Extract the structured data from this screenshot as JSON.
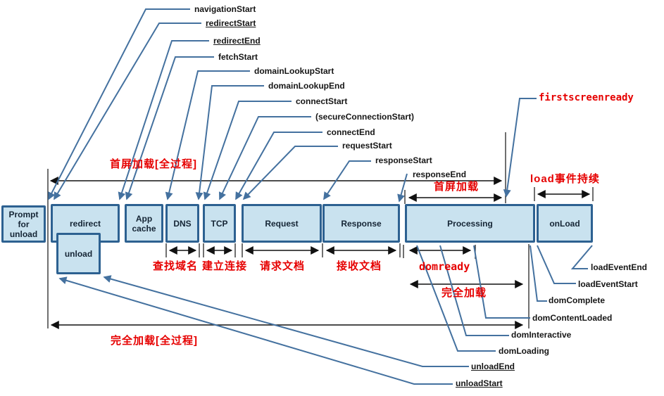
{
  "title": "Navigation Timing waterfall diagram",
  "colors": {
    "annotation_red": "#e60000",
    "box_fill": "#c9e2ef",
    "box_border": "#2d6191",
    "connector_blue": "#44719f",
    "measure_line_black": "#111111"
  },
  "boxes": {
    "prompt": "Prompt for unload",
    "redirect": "redirect",
    "unload": "unload",
    "app_cache": "App cache",
    "dns": "DNS",
    "tcp": "TCP",
    "request": "Request",
    "response": "Response",
    "processing": "Processing",
    "onload": "onLoad"
  },
  "events": {
    "navigation_start": "navigationStart",
    "redirect_start": "redirectStart",
    "redirect_end": "redirectEnd",
    "fetch_start": "fetchStart",
    "domain_lookup_start": "domainLookupStart",
    "domain_lookup_end": "domainLookupEnd",
    "connect_start": "connectStart",
    "secure_connection_start": "(secureConnectionStart)",
    "connect_end": "connectEnd",
    "request_start": "requestStart",
    "response_start": "responseStart",
    "response_end": "responseEnd",
    "load_event_end": "loadEventEnd",
    "load_event_start": "loadEventStart",
    "dom_complete": "domComplete",
    "dom_content_loaded": "domContentLoaded",
    "dom_interactive": "domInteractive",
    "dom_loading": "domLoading",
    "unload_end": "unloadEnd",
    "unload_start": "unloadStart"
  },
  "annotations": {
    "first_screen_full_process": "首屏加载[全过程]",
    "firstscreenready": "firstscreenready",
    "first_screen_load": "首屏加载",
    "load_event_duration": "load事件持续",
    "dns_lookup": "查找域名",
    "establish_connection": "建立连接",
    "request_document": "请求文档",
    "receive_document": "接收文档",
    "domready": "domready",
    "fully_loaded": "完全加载",
    "fully_loaded_full_process": "完全加载[全过程]"
  }
}
